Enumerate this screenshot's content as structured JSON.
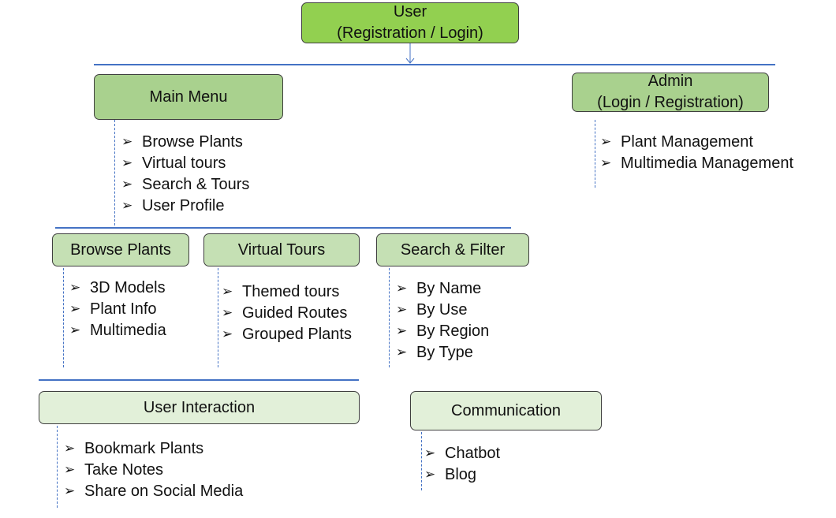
{
  "user": {
    "line1": "User",
    "line2": "(Registration / Login)"
  },
  "main_menu": {
    "title": "Main Menu",
    "items": [
      "Browse Plants",
      "Virtual tours",
      "Search & Tours",
      "User Profile"
    ]
  },
  "admin": {
    "line1": "Admin",
    "line2": "(Login / Registration)",
    "items": [
      "Plant Management",
      "Multimedia Management"
    ]
  },
  "browse_plants": {
    "title": "Browse Plants",
    "items": [
      "3D Models",
      "Plant Info",
      "Multimedia"
    ]
  },
  "virtual_tours": {
    "title": "Virtual Tours",
    "items": [
      "Themed tours",
      "Guided Routes",
      "Grouped Plants"
    ]
  },
  "search_filter": {
    "title": "Search & Filter",
    "items": [
      "By Name",
      "By Use",
      "By Region",
      "By Type"
    ]
  },
  "user_interaction": {
    "title": "User Interaction",
    "items": [
      "Bookmark Plants",
      "Take Notes",
      "Share on Social Media"
    ]
  },
  "communication": {
    "title": "Communication",
    "items": [
      "Chatbot",
      "Blog"
    ]
  },
  "bullet_glyph": "➢",
  "colors": {
    "connector": "#4472c4",
    "user_fill": "#92d050",
    "menu_fill": "#a9d18e",
    "section_fill": "#c5e0b4",
    "lower_fill": "#e2f0d9",
    "box_border": "#3f3f3f"
  }
}
